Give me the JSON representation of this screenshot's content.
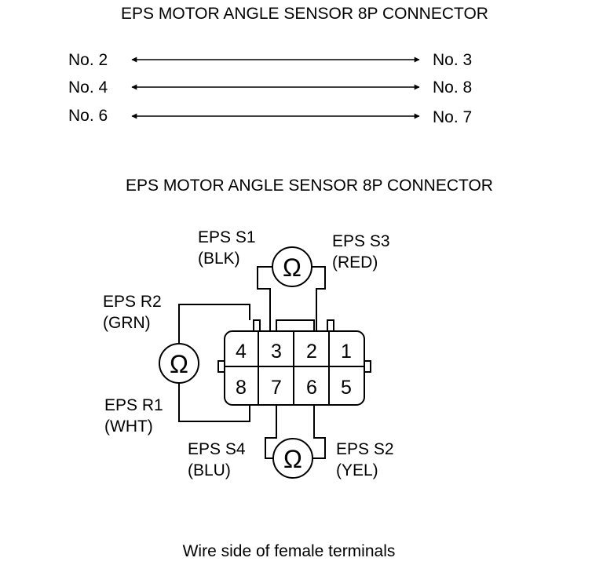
{
  "top": {
    "title": "EPS MOTOR ANGLE SENSOR 8P CONNECTOR",
    "pairs": [
      {
        "left": "No. 2",
        "right": "No. 3"
      },
      {
        "left": "No. 4",
        "right": "No. 8"
      },
      {
        "left": "No. 6",
        "right": "No. 7"
      }
    ]
  },
  "bottom": {
    "title": "EPS MOTOR ANGLE SENSOR 8P CONNECTOR",
    "pins_top": [
      "4",
      "3",
      "2",
      "1"
    ],
    "pins_bottom": [
      "8",
      "7",
      "6",
      "5"
    ],
    "meter_symbol": "Ω",
    "labels": {
      "s1_name": "EPS S1",
      "s1_color": "(BLK)",
      "s3_name": "EPS S3",
      "s3_color": "(RED)",
      "r2_name": "EPS R2",
      "r2_color": "(GRN)",
      "r1_name": "EPS R1",
      "r1_color": "(WHT)",
      "s4_name": "EPS S4",
      "s4_color": "(BLU)",
      "s2_name": "EPS S2",
      "s2_color": "(YEL)"
    },
    "caption": "Wire side of female terminals"
  }
}
